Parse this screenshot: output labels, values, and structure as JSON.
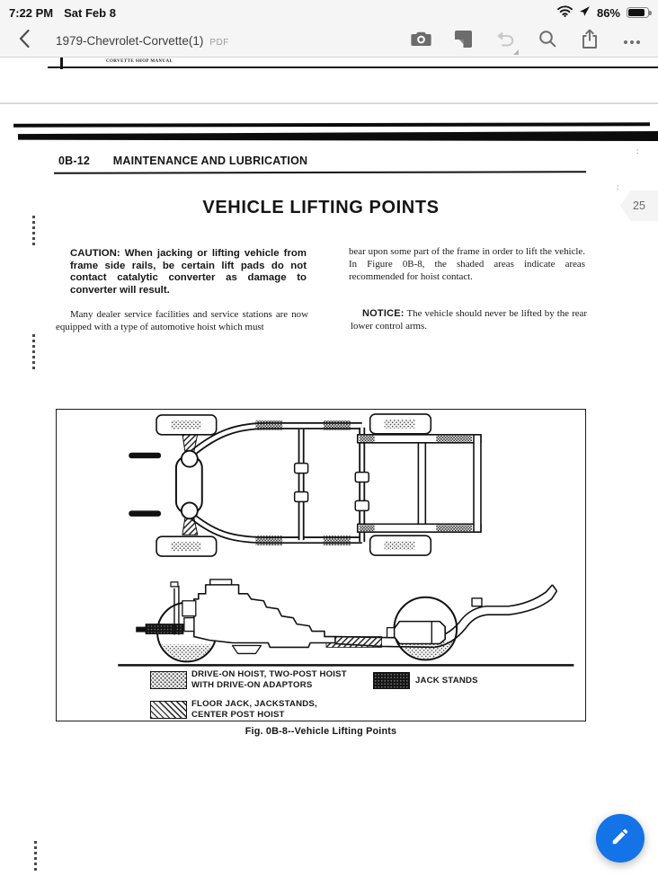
{
  "status_bar": {
    "time": "7:22 PM",
    "date": "Sat Feb 8",
    "battery_percent": "86%",
    "icons": [
      "wifi-icon",
      "location-arrow-icon",
      "battery-icon"
    ]
  },
  "toolbar": {
    "title": "1979-Chevrolet-Corvette(1)",
    "badge": "PDF",
    "icons": [
      "back-icon",
      "camera-icon",
      "organize-pages-icon",
      "undo-icon",
      "search-icon",
      "share-icon",
      "more-icon"
    ]
  },
  "page_nav": {
    "page_badge": "25"
  },
  "prev_page": {
    "footer_text": "CORVETTE SHOP MANUAL"
  },
  "doc": {
    "header_code": "0B-12",
    "header_title": "MAINTENANCE AND LUBRICATION",
    "page_title": "VEHICLE LIFTING POINTS",
    "caution": "CAUTION: When jacking or lifting vehicle from frame side rails, be certain lift pads do not contact catalytic converter as damage to converter will result.",
    "para_left": "Many dealer service facilities and service stations are now equipped with a type of automotive hoist which must",
    "para_right": "bear upon some part of the frame in order to lift the vehicle. In Figure 0B-8, the shaded areas indicate areas recommended for hoist contact.",
    "notice_label": "NOTICE:",
    "notice_text": "The vehicle should never be lifted by the rear lower control arms.",
    "figure": {
      "caption": "Fig. 0B-8--Vehicle Lifting Points",
      "legend": [
        {
          "pattern": "stipple",
          "line1": "DRIVE-ON HOIST, TWO-POST HOIST",
          "line2": "WITH DRIVE-ON ADAPTORS"
        },
        {
          "pattern": "solid-dark",
          "line1": "JACK STANDS",
          "line2": ""
        },
        {
          "pattern": "diagonal-hatch",
          "line1": "FLOOR JACK, JACKSTANDS,",
          "line2": "CENTER POST HOIST"
        }
      ]
    }
  },
  "fab": {
    "action": "annotate",
    "icon": "pencil-icon",
    "color": "#1473e6"
  },
  "colors": {
    "toolbar_bg": "#f5f5f6",
    "accent_blue": "#1473e6",
    "page_bg": "#ffffff",
    "ink": "#141414"
  }
}
